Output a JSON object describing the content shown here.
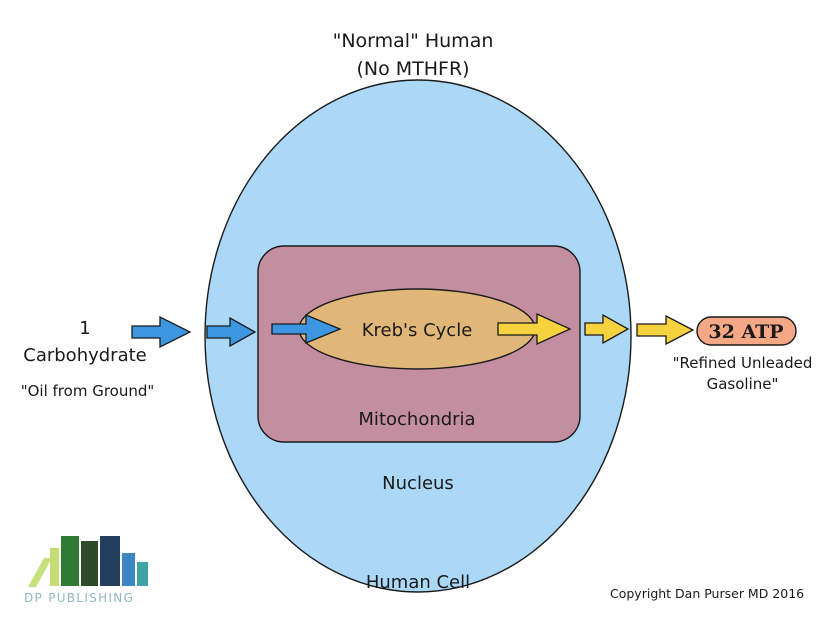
{
  "title": {
    "line1": "\"Normal\" Human",
    "line2": "(No MTHFR)"
  },
  "input": {
    "number": "1",
    "name": "Carbohydrate",
    "note": "\"Oil from Ground\""
  },
  "cell": {
    "label": "Human Cell",
    "color": "#acd8f7"
  },
  "nucleus": {
    "label": "Nucleus"
  },
  "mitochondria": {
    "label": "Mitochondria",
    "color": "#c38e9f"
  },
  "krebs": {
    "label": "Kreb's Cycle",
    "color": "#e0b779"
  },
  "output": {
    "label": "32 ATP",
    "color": "#f5a886",
    "note_line1": "\"Refined Unleaded",
    "note_line2": "Gasoline\""
  },
  "arrows": {
    "input_color": "#3d97e0",
    "output_color": "#f6d23f"
  },
  "copyright": "Copyright Dan Purser MD 2016",
  "logo": {
    "text": "DP PUBLISHING",
    "icon": "books-logo-icon"
  }
}
